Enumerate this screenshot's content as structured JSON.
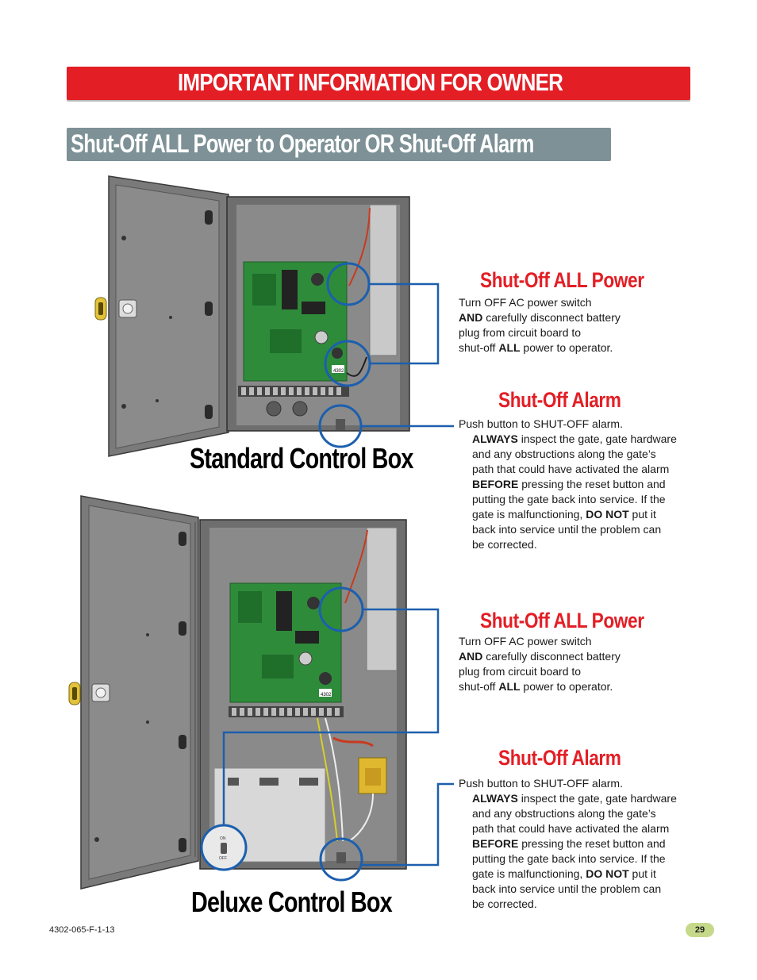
{
  "header": {
    "banner": "IMPORTANT INFORMATION FOR OWNER",
    "subbanner": "Shut-Off ALL Power to Operator OR Shut-Off Alarm"
  },
  "standard": {
    "caption": "Standard Control Box",
    "power": {
      "title": "Shut-Off ALL Power",
      "line1": "Turn OFF AC power switch",
      "line2_bold": "AND",
      "line2_rest": " carefully disconnect battery",
      "line3": "plug from circuit board to",
      "line4_pre": "shut-off ",
      "line4_bold": "ALL",
      "line4_rest": " power to operator."
    },
    "alarm": {
      "title": "Shut-Off Alarm",
      "line1": "Push button to SHUT-OFF alarm.",
      "l2_bold": "ALWAYS",
      "l2_rest": " inspect the gate, gate hardware",
      "l3": "and any obstructions along the gate’s",
      "l4": "path that could have activated the alarm",
      "l5_bold": "BEFORE",
      "l5_rest": " pressing the reset button and",
      "l6": "putting the gate back into service. If the",
      "l7_pre": "gate is malfunctioning, ",
      "l7_bold": "DO NOT",
      "l7_rest": " put it",
      "l8": "back into service until the problem can",
      "l9": "be corrected."
    }
  },
  "deluxe": {
    "caption": "Deluxe Control Box",
    "power": {
      "title": "Shut-Off ALL Power",
      "line1": "Turn OFF AC power switch",
      "line2_bold": "AND",
      "line2_rest": " carefully disconnect battery",
      "line3": "plug from circuit board to",
      "line4_pre": "shut-off ",
      "line4_bold": "ALL",
      "line4_rest": " power to operator."
    },
    "alarm": {
      "title": "Shut-Off Alarm",
      "line1": "Push button to SHUT-OFF alarm.",
      "l2_bold": "ALWAYS",
      "l2_rest": " inspect the gate, gate hardware",
      "l3": "and any obstructions along the gate’s",
      "l4": "path that could have activated the alarm",
      "l5_bold": "BEFORE",
      "l5_rest": " pressing the reset button and",
      "l6": "putting the gate back into service. If the",
      "l7_pre": "gate is malfunctioning, ",
      "l7_bold": "DO NOT",
      "l7_rest": " put it",
      "l8": "back into service until the problem can",
      "l9": "be corrected."
    }
  },
  "board_label": "4302",
  "switch_labels": {
    "on": "ON",
    "off": "OFF"
  },
  "footer": {
    "doc_code": "4302-065-F-1-13",
    "page": "29"
  },
  "colors": {
    "red": "#e31e25",
    "grey_banner": "#7d9196",
    "board_green": "#2e8b3a",
    "callout_blue": "#1c5fae",
    "box_grey": "#6e6e6e",
    "page_badge": "#c6d98a"
  }
}
